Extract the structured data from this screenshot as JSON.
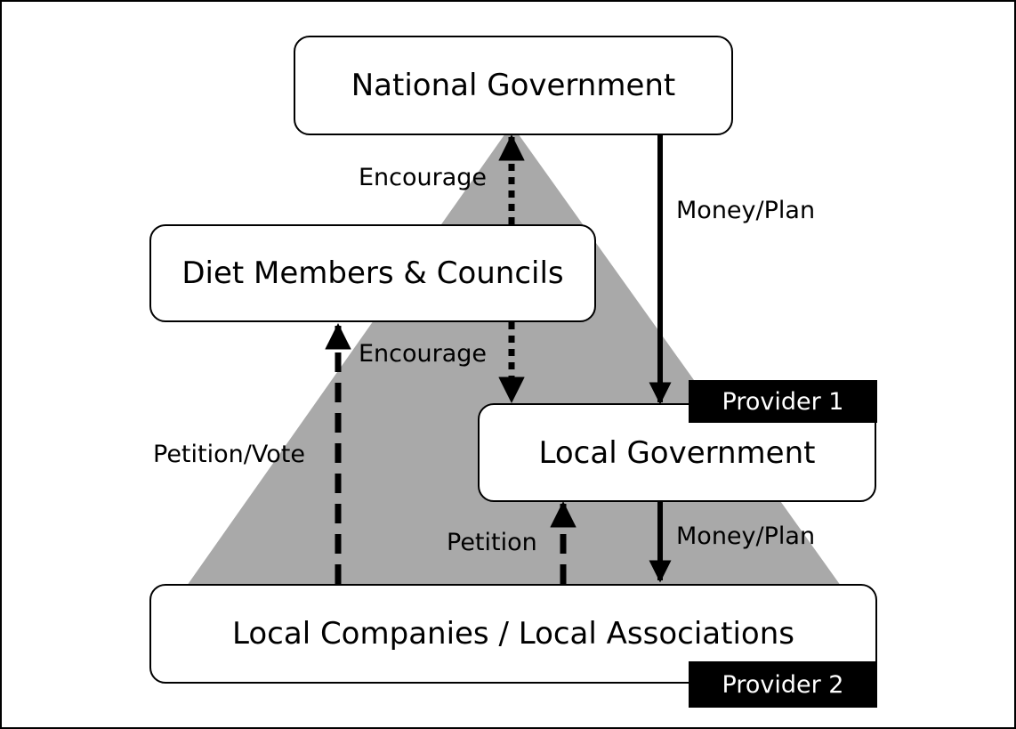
{
  "nodes": {
    "national": "National Government",
    "diet": "Diet Members & Councils",
    "local_gov": "Local Government",
    "local_companies": "Local Companies / Local Associations"
  },
  "edges": {
    "encourage_top": "Encourage",
    "encourage_bottom": "Encourage",
    "money_plan_top": "Money/Plan",
    "money_plan_bottom": "Money/Plan",
    "petition_vote": "Petition/Vote",
    "petition": "Petition"
  },
  "tags": {
    "provider1": "Provider 1",
    "provider2": "Provider 2"
  },
  "colors": {
    "triangle": "#a9a9a9",
    "line": "#000000",
    "tag_bg": "#000000"
  }
}
